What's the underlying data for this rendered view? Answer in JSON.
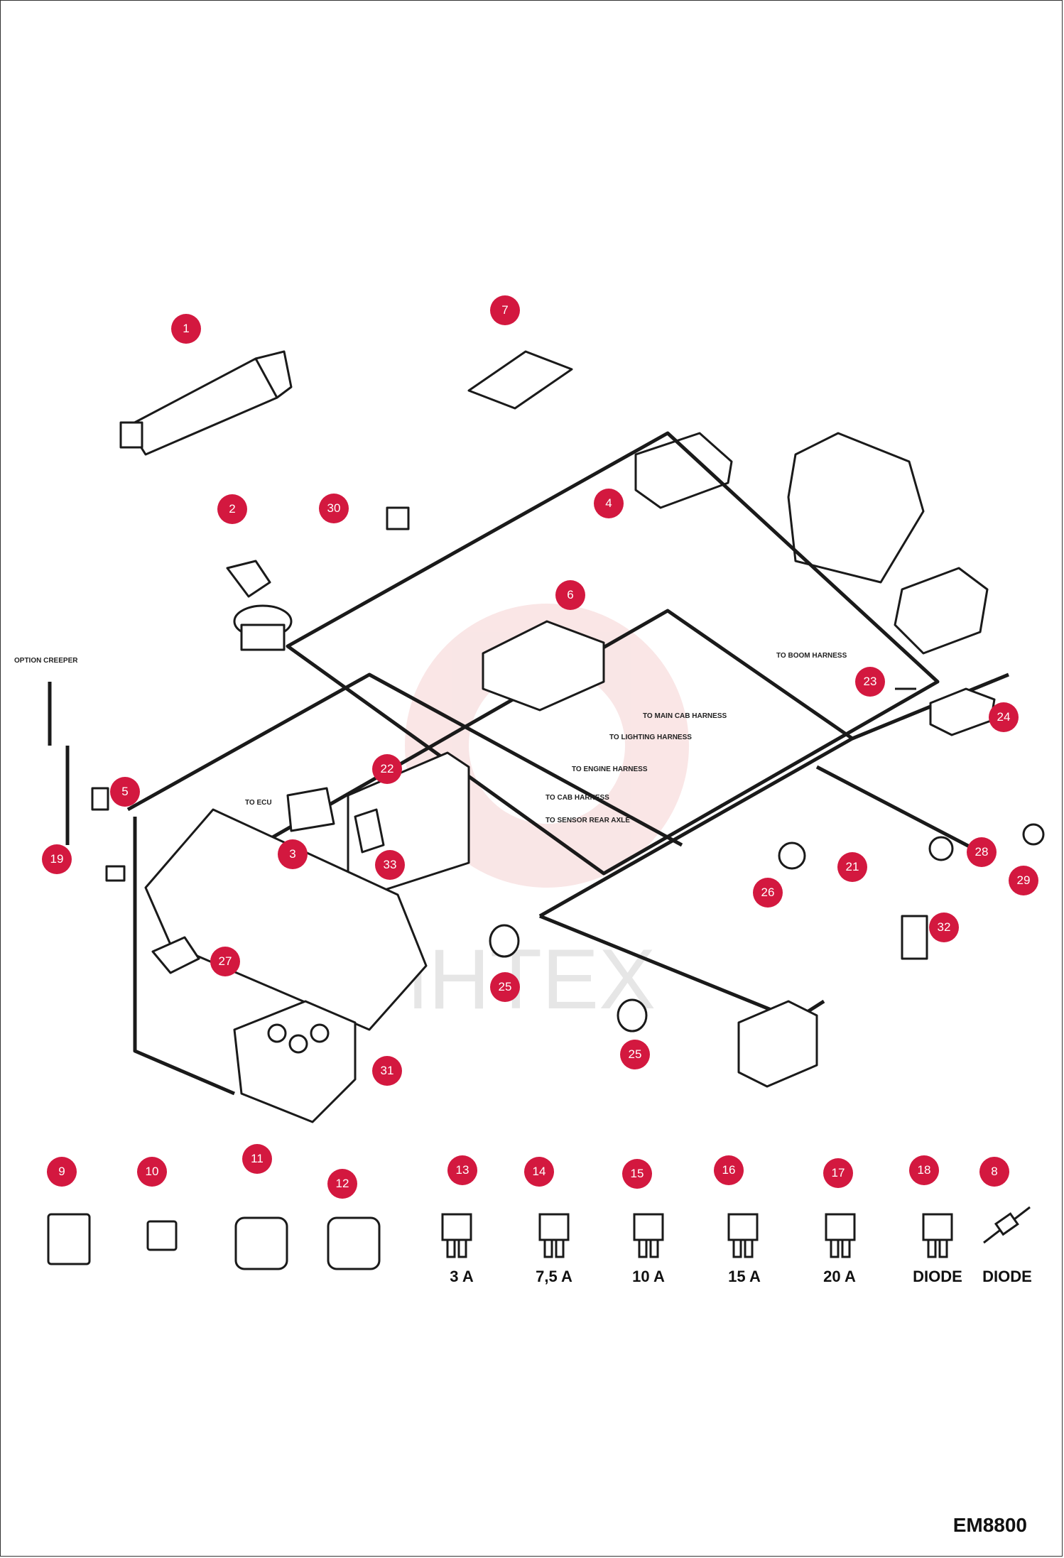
{
  "watermark": "ИНТЕХ",
  "drawing_code": "EM8800",
  "callouts": [
    {
      "n": "1"
    },
    {
      "n": "2"
    },
    {
      "n": "3"
    },
    {
      "n": "4"
    },
    {
      "n": "5"
    },
    {
      "n": "6"
    },
    {
      "n": "7"
    },
    {
      "n": "8"
    },
    {
      "n": "9"
    },
    {
      "n": "10"
    },
    {
      "n": "11"
    },
    {
      "n": "12"
    },
    {
      "n": "13"
    },
    {
      "n": "14"
    },
    {
      "n": "15"
    },
    {
      "n": "16"
    },
    {
      "n": "17"
    },
    {
      "n": "18"
    },
    {
      "n": "19"
    },
    {
      "n": "21"
    },
    {
      "n": "22"
    },
    {
      "n": "23"
    },
    {
      "n": "24"
    },
    {
      "n": "25"
    },
    {
      "n": "25"
    },
    {
      "n": "26"
    },
    {
      "n": "27"
    },
    {
      "n": "28"
    },
    {
      "n": "29"
    },
    {
      "n": "30"
    },
    {
      "n": "31"
    },
    {
      "n": "32"
    },
    {
      "n": "33"
    }
  ],
  "fuse_ratings": [
    "3 A",
    "7,5 A",
    "10 A",
    "15 A",
    "20 A",
    "DIODE",
    "DIODE"
  ],
  "harness_labels": {
    "to_main": "TO MAIN CAB HARNESS",
    "to_lighting": "TO LIGHTING HARNESS",
    "to_engine": "TO ENGINE HARNESS",
    "to_cab": "TO CAB HARNESS",
    "to_sensor": "TO SENSOR REAR AXLE",
    "to_boom": "TO BOOM HARNESS",
    "to_ecu": "TO ECU",
    "option": "OPTION CREEPER"
  },
  "colors": {
    "callout": "#d3183f",
    "line": "#1a1a1a",
    "watermark": "#f2c9c9"
  }
}
